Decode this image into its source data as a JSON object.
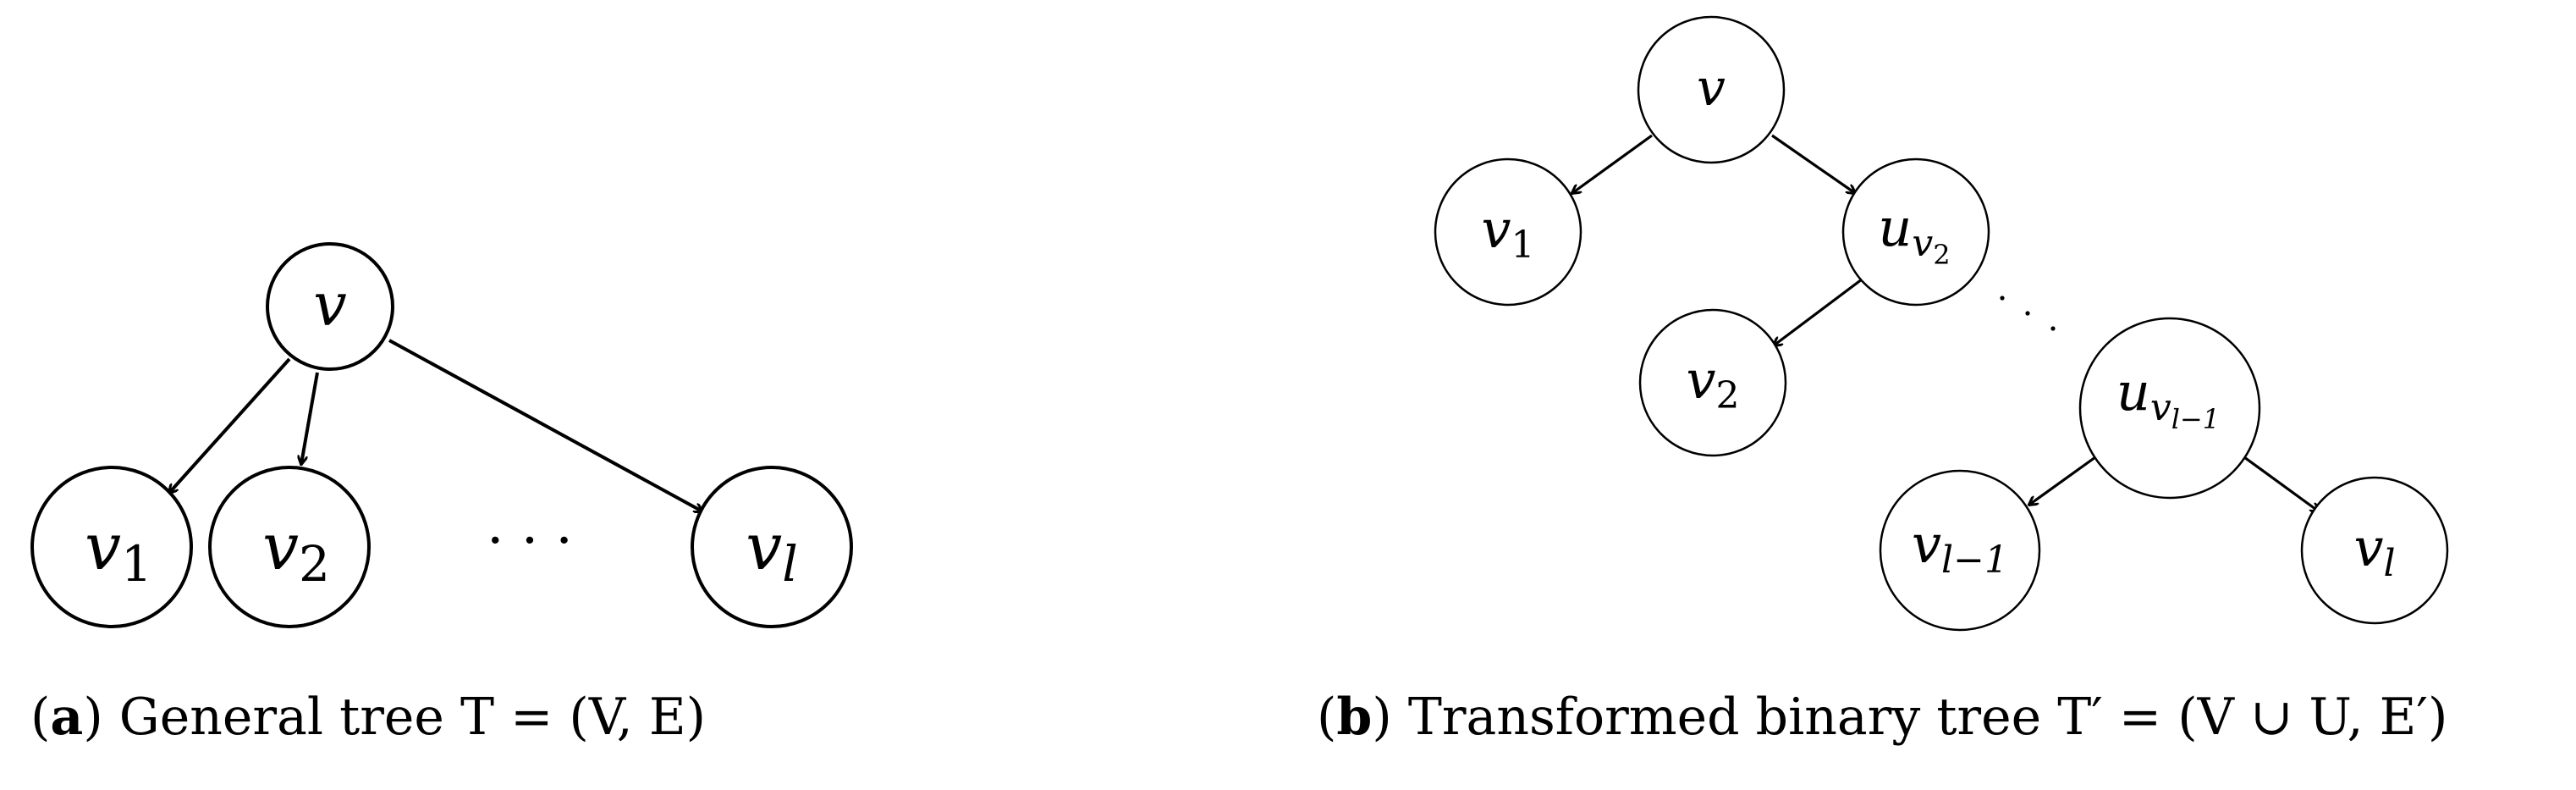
{
  "panel_a": {
    "caption_tag": "a",
    "caption_text": "General tree T = (V, E)",
    "root": "v",
    "children": [
      {
        "base": "v",
        "sub": "1"
      },
      {
        "base": "v",
        "sub": "2"
      },
      {
        "base": "v",
        "sub": "l"
      }
    ],
    "ellipsis": "· · ·"
  },
  "panel_b": {
    "caption_tag": "b",
    "caption_text": "Transformed binary tree T′ = (V ∪ U, E′)",
    "root": "v",
    "nodes": [
      {
        "base": "v",
        "sub": "1"
      },
      {
        "base": "u",
        "sub": "v",
        "subsub": "2"
      },
      {
        "base": "v",
        "sub": "2"
      },
      {
        "base": "u",
        "sub": "v",
        "subsub": "l−1"
      },
      {
        "base": "v",
        "sub": "l−1"
      },
      {
        "base": "v",
        "sub": "l"
      }
    ],
    "ellipsis": "· · ·"
  }
}
